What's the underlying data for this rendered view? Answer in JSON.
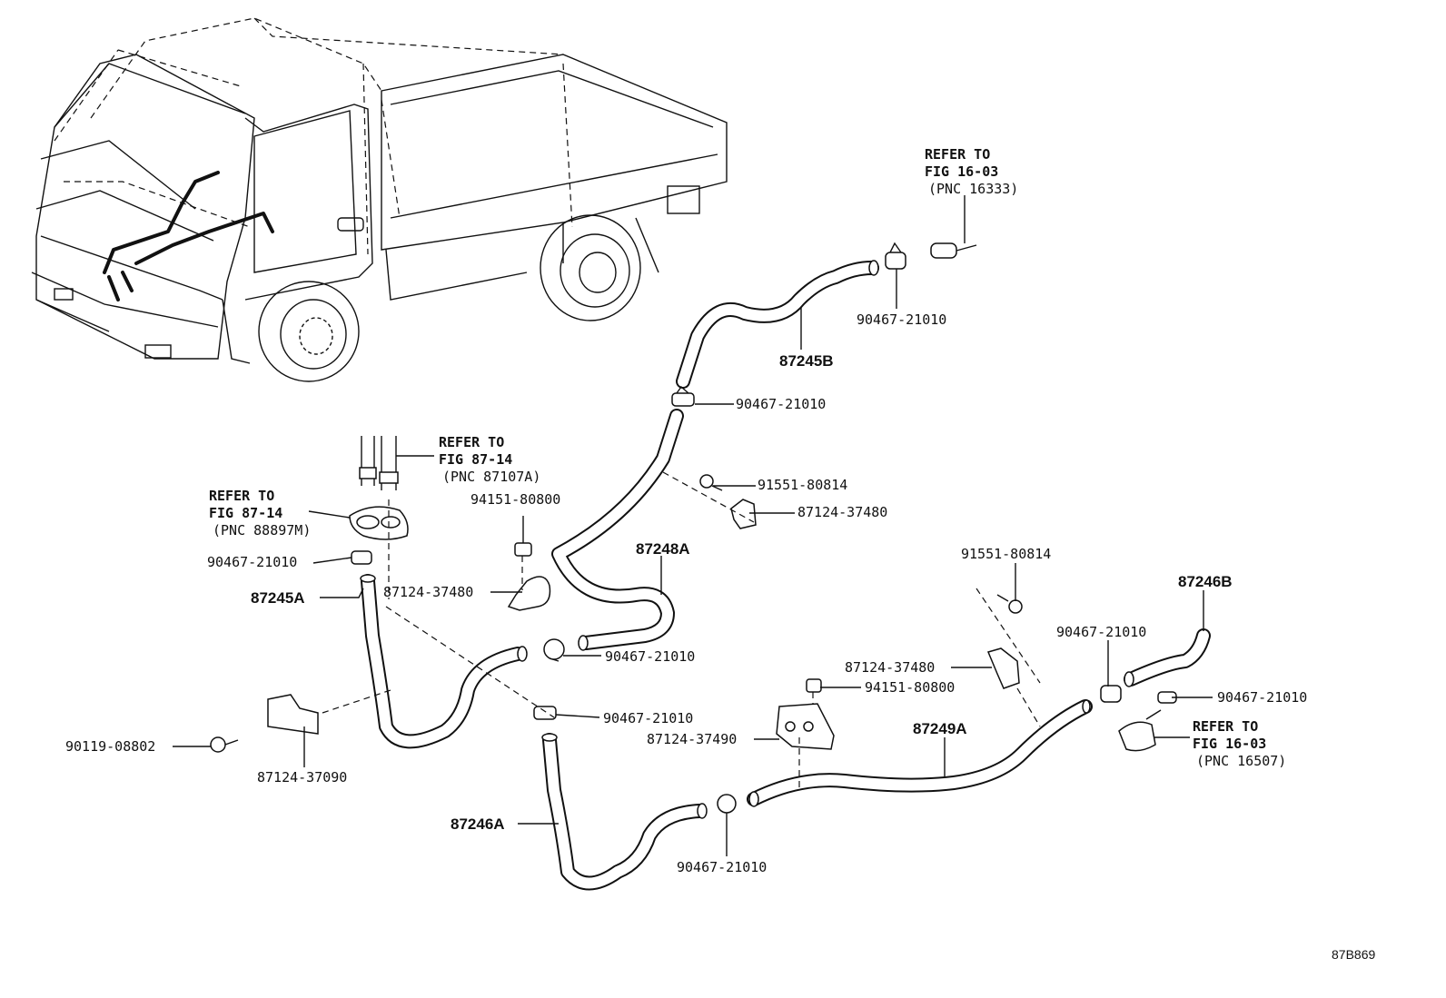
{
  "diagram": {
    "refs": {
      "fig16_03_pnc16333": [
        "REFER TO",
        "FIG 16-03",
        "(PNC 16333)"
      ],
      "fig87_14_pnc87107a": [
        "REFER TO",
        "FIG 87-14",
        "(PNC 87107A)"
      ],
      "fig87_14_pnc88897m": [
        "REFER TO",
        "FIG 87-14",
        "(PNC 88897M)"
      ],
      "fig16_03_pnc16507": [
        "REFER TO",
        "FIG 16-03",
        "(PNC 16507)"
      ]
    },
    "hoses": {
      "h87245b": "87245B",
      "h87248a": "87248A",
      "h87245a": "87245A",
      "h87246a": "87246A",
      "h87249a": "87249A",
      "h87246b": "87246B"
    },
    "parts": {
      "clamp_top_right": "90467-21010",
      "clamp_upper_mid": "90467-21010",
      "bolt_upper": "91551-80814",
      "bracket_upper": "87124-37480",
      "nut_mid": "94151-80800",
      "clamp_left": "90467-21010",
      "bracket_mid_left": "87124-37480",
      "clamp_mid": "90467-21010",
      "clamp_lower_mid": "90467-21010",
      "bolt_left": "90119-08802",
      "bracket_left": "87124-37090",
      "clamp_bottom": "90467-21010",
      "bolt_right": "91551-80814",
      "bracket_right": "87124-37480",
      "nut_right": "94151-80800",
      "bracket_lower": "87124-37490",
      "clamp_right_a": "90467-21010",
      "clamp_right_b": "90467-21010"
    },
    "figure_code": "87B869"
  }
}
